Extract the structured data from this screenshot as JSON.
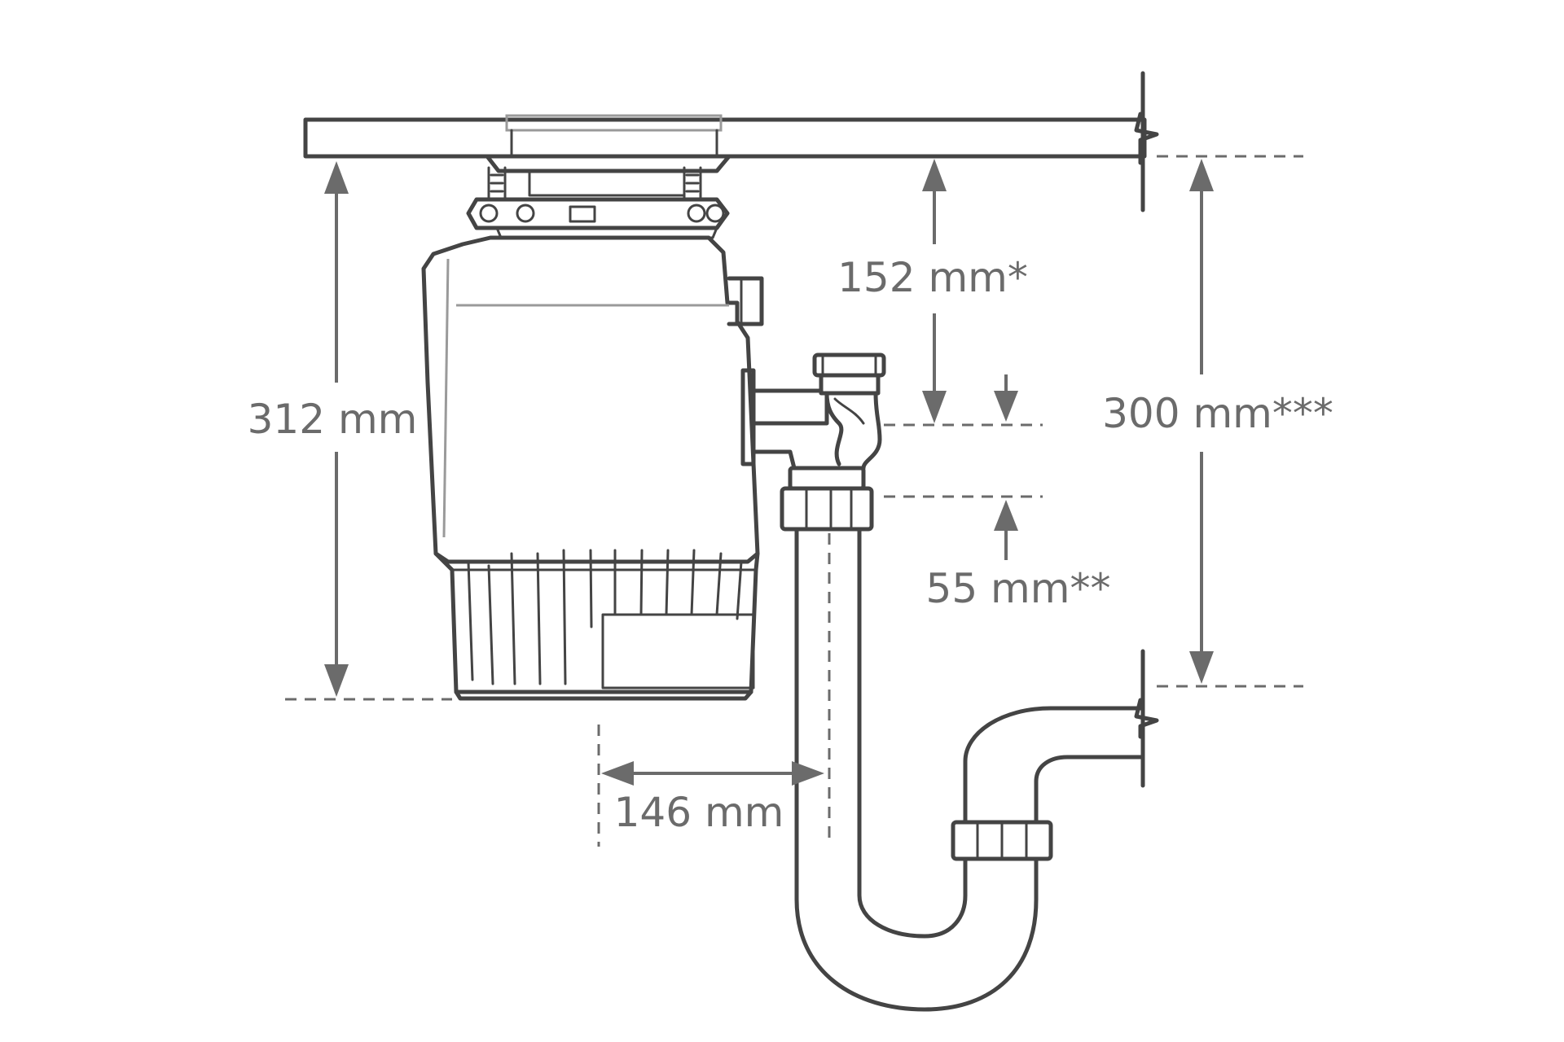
{
  "dimensions": {
    "height_total": "312 mm",
    "inlet_drop": "152 mm*",
    "outlet_offset": "55 mm**",
    "trap_height": "300 mm***",
    "horizontal_offset": "146 mm"
  },
  "colors": {
    "line": "#444444",
    "dimension": "#6b6b6b",
    "background": "#ffffff"
  }
}
